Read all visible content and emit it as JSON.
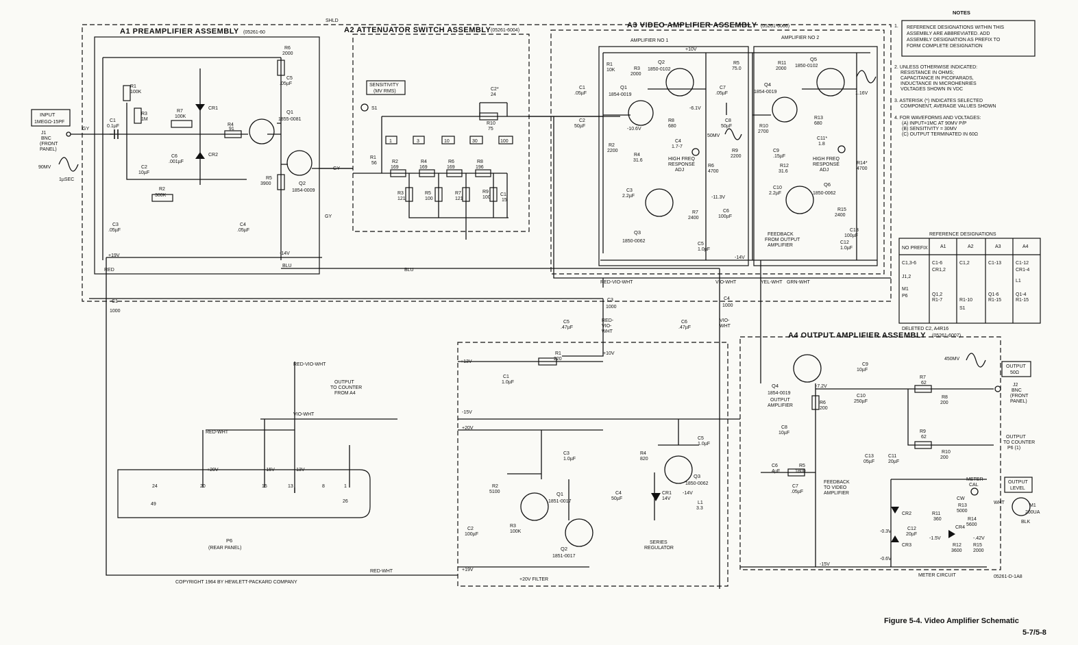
{
  "assemblies": {
    "a1": "A1 PREAMPLIFIER ASSEMBLY",
    "a1_num": "(05261-60",
    "a2": "A2 ATTENUATOR SWITCH ASSEMBLY",
    "a2_num": "(05261-6004)",
    "a3": "A3 VIDEO AMPLIFIER ASSEMBLY",
    "a3_num": "(05261-6066)",
    "a4": "A4 OUTPUT AMPLIFIER ASSEMBLY",
    "a4_num": "(05261-6007)",
    "amp1": "AMPLIFIER NO 1",
    "amp2": "AMPLIFIER NO 2",
    "shield": "SHLD"
  },
  "input": {
    "label": "INPUT",
    "spec": "1MEGΩ-15PF",
    "j1": "J1",
    "bnc": "BNC",
    "front": "(FRONT",
    "panel": "PANEL)",
    "amp": "90MV",
    "period": "1µSEC"
  },
  "sensitivity": {
    "title": "SENSITIVITY",
    "units": "(MV RMS)",
    "s1": "S1",
    "positions": [
      "1",
      "3",
      "10",
      "30",
      "100"
    ]
  },
  "a1_parts": [
    {
      "ref": "R6",
      "val": "2000"
    },
    {
      "ref": "C5",
      "val": ".05µF"
    },
    {
      "ref": "R1",
      "val": "100K"
    },
    {
      "ref": "R3",
      "val": "1M"
    },
    {
      "ref": "R7",
      "val": "100K"
    },
    {
      "ref": "CR1",
      "val": ""
    },
    {
      "ref": "C6",
      "val": ".001µF"
    },
    {
      "ref": "CR2",
      "val": ""
    },
    {
      "ref": "R4",
      "val": "91"
    },
    {
      "ref": "Q1",
      "val": "1855-0081"
    },
    {
      "ref": "C1",
      "val": "0.1µF"
    },
    {
      "ref": "C2",
      "val": "10µF"
    },
    {
      "ref": "R2",
      "val": "300K"
    },
    {
      "ref": "R5",
      "val": "3900"
    },
    {
      "ref": "Q2",
      "val": "1854-0009"
    },
    {
      "ref": "C3",
      "val": ".05µF"
    },
    {
      "ref": "C4",
      "val": ".05µF"
    }
  ],
  "a2_parts": [
    {
      "ref": "C2*",
      "val": "24"
    },
    {
      "ref": "R10",
      "val": "75"
    },
    {
      "ref": "R1",
      "val": "56"
    },
    {
      "ref": "R2",
      "val": "169"
    },
    {
      "ref": "R4",
      "val": "169"
    },
    {
      "ref": "R6",
      "val": "169"
    },
    {
      "ref": "R8",
      "val": "196"
    },
    {
      "ref": "R3",
      "val": "121"
    },
    {
      "ref": "R5",
      "val": "100"
    },
    {
      "ref": "R7",
      "val": "121"
    },
    {
      "ref": "R9",
      "val": "100"
    },
    {
      "ref": "C1",
      "val": "15"
    }
  ],
  "a3_parts": [
    {
      "ref": "R1",
      "val": "10K"
    },
    {
      "ref": "R3",
      "val": "2000"
    },
    {
      "ref": "Q2",
      "val": "1850-0102"
    },
    {
      "ref": "R5",
      "val": "75.0"
    },
    {
      "ref": "R11",
      "val": "2000"
    },
    {
      "ref": "Q5",
      "val": "1850-0102"
    },
    {
      "ref": "C1",
      "val": ".05µF"
    },
    {
      "ref": "C2",
      "val": "50µF"
    },
    {
      "ref": "Q1",
      "val": "1854-0019"
    },
    {
      "ref": "Q4",
      "val": "1854-0019"
    },
    {
      "ref": "C7",
      "val": ".05µF"
    },
    {
      "ref": "C8",
      "val": "50µF"
    },
    {
      "ref": "R8",
      "val": "680"
    },
    {
      "ref": "R13",
      "val": "680"
    },
    {
      "ref": "C4",
      "val": "1.7-7"
    },
    {
      "ref": "C11*",
      "val": "1.8"
    },
    {
      "ref": "R10",
      "val": "2700"
    },
    {
      "ref": "R2",
      "val": "2200"
    },
    {
      "ref": "R9",
      "val": "2200"
    },
    {
      "ref": "C9",
      "val": ".15µF"
    },
    {
      "ref": "R4",
      "val": "31.6"
    },
    {
      "ref": "R12",
      "val": "31.6"
    },
    {
      "ref": "R6",
      "val": "4700"
    },
    {
      "ref": "R14*",
      "val": "4700"
    },
    {
      "ref": "C3",
      "val": "2.2µF"
    },
    {
      "ref": "C10",
      "val": "2.2µF"
    },
    {
      "ref": "Q3",
      "val": "1850-0062"
    },
    {
      "ref": "Q6",
      "val": "1850-0062"
    },
    {
      "ref": "R7",
      "val": "2400"
    },
    {
      "ref": "R15",
      "val": "2400"
    },
    {
      "ref": "C6",
      "val": "100µF"
    },
    {
      "ref": "C13",
      "val": "100µF"
    },
    {
      "ref": "C5",
      "val": "1.0µF"
    },
    {
      "ref": "C12",
      "val": "1.0µF"
    }
  ],
  "a3_text": {
    "hf": "HIGH FREQ",
    "resp": "RESPONSE",
    "adj": "ADJ",
    "v10": "+10V",
    "vm61": "-6.1V",
    "vm106": "-10.6V",
    "vm113": "-11.3V",
    "vm14": "-14V",
    "v116": "1.16V",
    "mv50": "50MV",
    "fb1": "FEEDBACK",
    "fb2": "FROM OUTPUT",
    "fb3": "AMPLIFIER"
  },
  "interconnect": {
    "c1": "C1",
    "c1v": "1000",
    "c3": "C3",
    "c3v": "1000",
    "c4": "C4",
    "c4v": "1000",
    "c5": "C5",
    "c5v": ".47µF",
    "c6": "C6",
    "c6v": ".47µF",
    "p19": "+19V",
    "m14": "-14V",
    "gy": "GY",
    "red": "RED",
    "blu": "BLU",
    "rvw": "RED-VIO-WHT",
    "vw": "VIO-WHT",
    "yw": "YEL-WHT",
    "gw": "GRN-WHT",
    "rw": "RED-WHT",
    "rvw2": "RED-",
    "vio": "VIO-",
    "wht": "WHT"
  },
  "a4_parts": [
    {
      "ref": "Q4",
      "val": "1854-0019"
    },
    {
      "ref": "C9",
      "val": "10µF"
    },
    {
      "ref": "C10",
      "val": "250µF"
    },
    {
      "ref": "R7",
      "val": "62"
    },
    {
      "ref": "R8",
      "val": "200"
    },
    {
      "ref": "R6",
      "val": "200"
    },
    {
      "ref": "C8",
      "val": "10µF"
    },
    {
      "ref": "R9",
      "val": "62"
    },
    {
      "ref": "R10",
      "val": "200"
    },
    {
      "ref": "C13",
      "val": "05µF"
    },
    {
      "ref": "C11",
      "val": "20µF"
    },
    {
      "ref": "C6",
      "val": "4µF"
    },
    {
      "ref": "R5",
      "val": "1800"
    },
    {
      "ref": "C7",
      "val": ".05µF"
    },
    {
      "ref": "R11",
      "val": "360"
    },
    {
      "ref": "R13",
      "val": "5000"
    },
    {
      "ref": "R14",
      "val": "5600"
    },
    {
      "ref": "R15",
      "val": "2000"
    },
    {
      "ref": "R12",
      "val": "3600"
    },
    {
      "ref": "C12",
      "val": "20µF"
    },
    {
      "ref": "CR2",
      "val": ""
    },
    {
      "ref": "CR3",
      "val": ""
    },
    {
      "ref": "CR4",
      "val": ""
    },
    {
      "ref": "M1",
      "val": "200UA"
    }
  ],
  "a4_text": {
    "outamp": "OUTPUT",
    "outamp2": "AMPLIFIER",
    "v72": "-7.2V",
    "mv450": "450MV",
    "out": "OUTPUT",
    "out50": "50Ω",
    "j2": "J2",
    "bnc": "BNC",
    "front": "(FRONT",
    "panel": "PANEL)",
    "tocounter": "OUTPUT",
    "tocounter2": "TO COUNTER",
    "p61": "P6 (1)",
    "fbv1": "FEEDBACK",
    "fbv2": "TO VIDEO",
    "fbv3": "AMPLIFIER",
    "meter_cal": "METER",
    "meter_cal2": "CAL",
    "cw": "CW",
    "wht": "WHT",
    "blk": "BLK",
    "outlvl": "OUTPUT",
    "outlvl2": "LEVEL",
    "v03": "-0.3V",
    "v06": "-0.6V",
    "v15": "-1.5V",
    "v042": "-.42V",
    "m15": "-15V",
    "meter_circuit": "METER CIRCUIT"
  },
  "power": {
    "p13": "+13V",
    "p10": "+10V",
    "r1": "R1",
    "r1v": "220",
    "c1": "C1",
    "c1v": "1.0µF",
    "m15": "-15V",
    "p20": "+20V",
    "c3": "C3",
    "c3v": "1.0µF",
    "r2": "R2",
    "r2v": "5100",
    "q1": "Q1",
    "q1v": "1851-0017",
    "c2": "C2",
    "c2v": "100µF",
    "r3": "R3",
    "r3v": "100K",
    "q2": "Q2",
    "q2v": "1851-0017",
    "p19": "+19V",
    "filter": "+20V FILTER",
    "c5": "C5",
    "c5v": "1.0µF",
    "r4": "R4",
    "r4v": "820",
    "q3": "Q3",
    "q3v": "1850-0062",
    "c4": "C4",
    "c4v": "50µF",
    "cr1": "CR1",
    "cr1v": "14V",
    "m14": "-14V",
    "l1": "L1",
    "l1v": "3.3",
    "series": "SERIES",
    "reg": "REGULATOR"
  },
  "connector": {
    "p6": "P6",
    "rear": "(REAR PANEL)",
    "pins_top": [
      "24",
      "20",
      "15",
      "13",
      "8",
      "1"
    ],
    "pins_bot": [
      "49",
      "26"
    ],
    "p20": "+20V",
    "m15": "-15V",
    "p13": "+13V",
    "otc1": "OUTPUT",
    "otc2": "TO COUNTER",
    "otc3": "FROM A4"
  },
  "notes": {
    "title": "NOTES",
    "n1": [
      "REFERENCE DESIGNATIONS WITHIN THIS",
      "ASSEMBLY ARE ABBREVIATED. ADD",
      "ASSEMBLY DESIGNATION AS PREFIX TO",
      "FORM COMPLETE DESIGNATION"
    ],
    "n2": [
      "2. UNLESS OTHERWISE INDICATED:",
      "RESISTANCE IN OHMS;",
      "CAPACITANCE IN PICOFARADS,",
      "INDUCTANCE IN MICROHENRIES",
      "VOLTAGES SHOWN IN VDC"
    ],
    "n3": [
      "3. ASTERISK (*) INDICATES SELECTED",
      "COMPONENT, AVERAGE VALUES SHOWN"
    ],
    "n4": [
      "4. FOR WAVEFORMS AND VOLTAGES:",
      "(A) INPUT=1MC AT 90MV P/P",
      "(B) SENSITIVITY = 30MV",
      "(C) OUTPUT TERMINATED IN 60Ω"
    ]
  },
  "ref_table": {
    "title": "REFERENCE DESIGNATIONS",
    "headers": [
      "NO PREFIX",
      "A1",
      "A2",
      "A3",
      "A4"
    ],
    "rows": [
      [
        "C1,3-6",
        "C1-6",
        "C1,2",
        "C1-13",
        "C1-12"
      ],
      [
        "",
        "CR1,2",
        "",
        "",
        "CR1-4"
      ],
      [
        "J1,2",
        "",
        "",
        "",
        ""
      ],
      [
        "",
        "",
        "",
        "",
        "L1"
      ],
      [
        "M1",
        "Q1,2",
        "",
        "Q1-6",
        "Q1-4"
      ],
      [
        "P6",
        "R1-7",
        "R1-10",
        "R1-15",
        "R1-15"
      ],
      [
        "",
        "",
        "S1",
        "",
        ""
      ]
    ],
    "deleted": "DELETED C2, A4R16"
  },
  "footer": {
    "copyright": "COPYRIGHT 1964 BY HEWLETT-PACKARD COMPANY",
    "figure": "Figure 5-4.  Video Amplifier Schematic",
    "pages": "5-7/5-8",
    "dwg": "05261-D-1A8"
  }
}
